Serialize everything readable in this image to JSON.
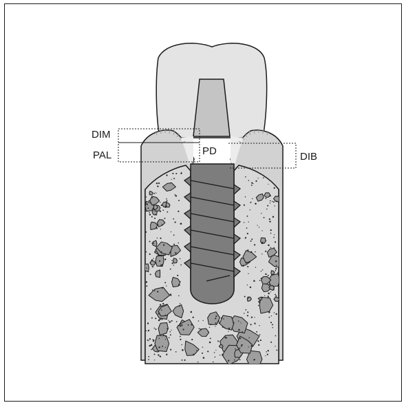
{
  "labels": {
    "dim": "DIM",
    "pal": "PAL",
    "pd": "PD",
    "dib": "DIB"
  },
  "colors": {
    "crown": "#e4e4e4",
    "abutment": "#c4c4c4",
    "soft_tissue": "#d2d2d2",
    "bone": "#d8d8d8",
    "bone_particle": "#9e9e9e",
    "implant": "#7d7d7d",
    "outline": "#1a1a1a"
  }
}
